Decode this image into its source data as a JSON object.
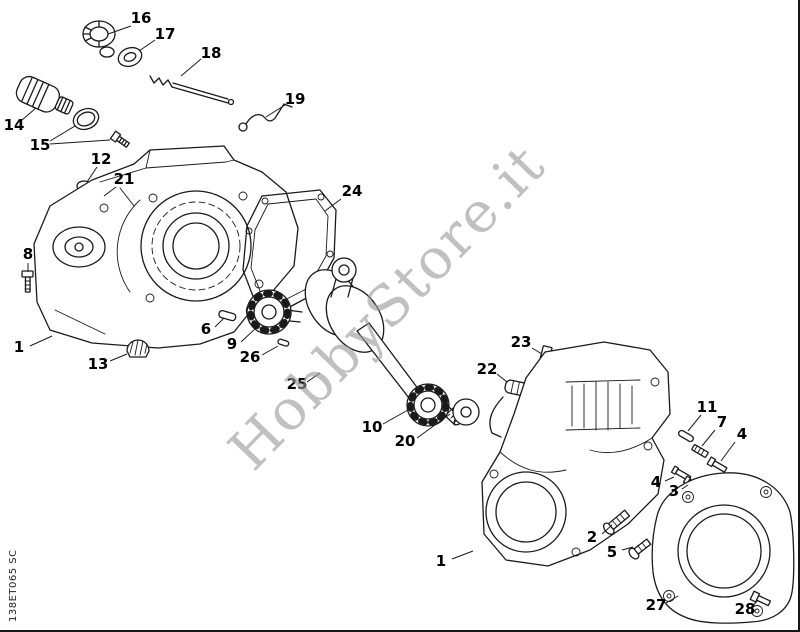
{
  "watermark": {
    "text": "HobbyStore.it"
  },
  "doc_code": {
    "text": "138ET065 SC"
  },
  "colors": {
    "line": "#1a1a1a",
    "watermark": "#9a9a9a",
    "background": "#ffffff"
  },
  "callouts": {
    "c1a": "1",
    "c1b": "1",
    "c2": "2",
    "c3": "3",
    "c4a": "4",
    "c4b": "4",
    "c5": "5",
    "c6": "6",
    "c7": "7",
    "c8": "8",
    "c9": "9",
    "c10": "10",
    "c11": "11",
    "c12": "12",
    "c13": "13",
    "c14": "14",
    "c15": "15",
    "c16": "16",
    "c17": "17",
    "c18": "18",
    "c19": "19",
    "c20": "20",
    "c21": "21",
    "c22": "22",
    "c23": "23",
    "c24": "24",
    "c25": "25",
    "c26": "26",
    "c27": "27",
    "c28": "28"
  }
}
